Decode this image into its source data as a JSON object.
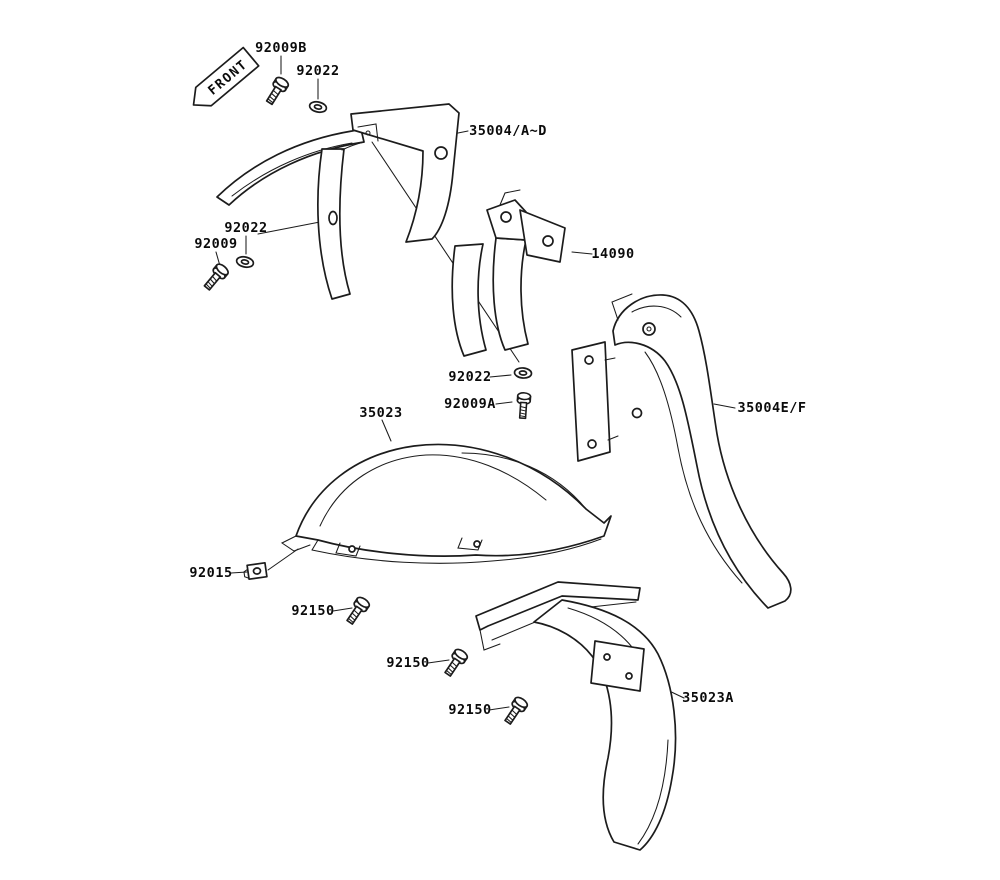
{
  "diagram": {
    "front_tag": "FRONT",
    "labels": [
      {
        "text": "92009B"
      },
      {
        "text": "92022"
      },
      {
        "text": "35004/A~D"
      },
      {
        "text": "92022"
      },
      {
        "text": "92009"
      },
      {
        "text": "14090"
      },
      {
        "text": "92022"
      },
      {
        "text": "92009A"
      },
      {
        "text": "35004E/F"
      },
      {
        "text": "35023"
      },
      {
        "text": "92015"
      },
      {
        "text": "92150"
      },
      {
        "text": "92150"
      },
      {
        "text": "92150"
      },
      {
        "text": "35023A"
      }
    ]
  }
}
